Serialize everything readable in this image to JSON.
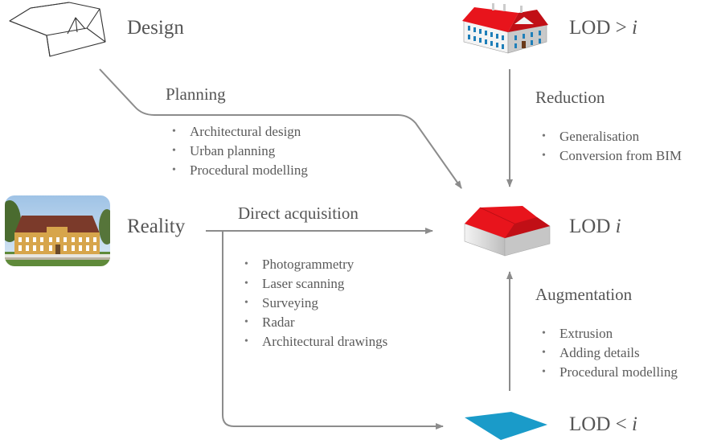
{
  "nodes": {
    "design": "Design",
    "reality": "Reality",
    "lod_high": {
      "prefix": "LOD > ",
      "var": "i"
    },
    "lod_mid": {
      "prefix": "LOD ",
      "var": "i"
    },
    "lod_low": {
      "prefix": "LOD < ",
      "var": "i"
    }
  },
  "edges": {
    "planning": {
      "label": "Planning",
      "items": [
        "Architectural design",
        "Urban planning",
        "Procedural modelling"
      ]
    },
    "direct_acquisition": {
      "label": "Direct acquisition",
      "items": [
        "Photogrammetry",
        "Laser scanning",
        "Surveying",
        "Radar",
        "Architectural drawings"
      ]
    },
    "reduction": {
      "label": "Reduction",
      "items": [
        "Generalisation",
        "Conversion from BIM"
      ]
    },
    "augmentation": {
      "label": "Augmentation",
      "items": [
        "Extrusion",
        "Adding details",
        "Procedural modelling"
      ]
    }
  },
  "icons": {
    "design": "wireframe-house-icon",
    "reality": "building-photo",
    "lod_high": "detailed-building-icon",
    "lod_mid": "red-roof-block-icon",
    "lod_low": "blue-footprint-icon"
  },
  "colors": {
    "arrow": "#8c8c8c",
    "roof": "#e8141c",
    "footprint": "#1a9bc9"
  }
}
